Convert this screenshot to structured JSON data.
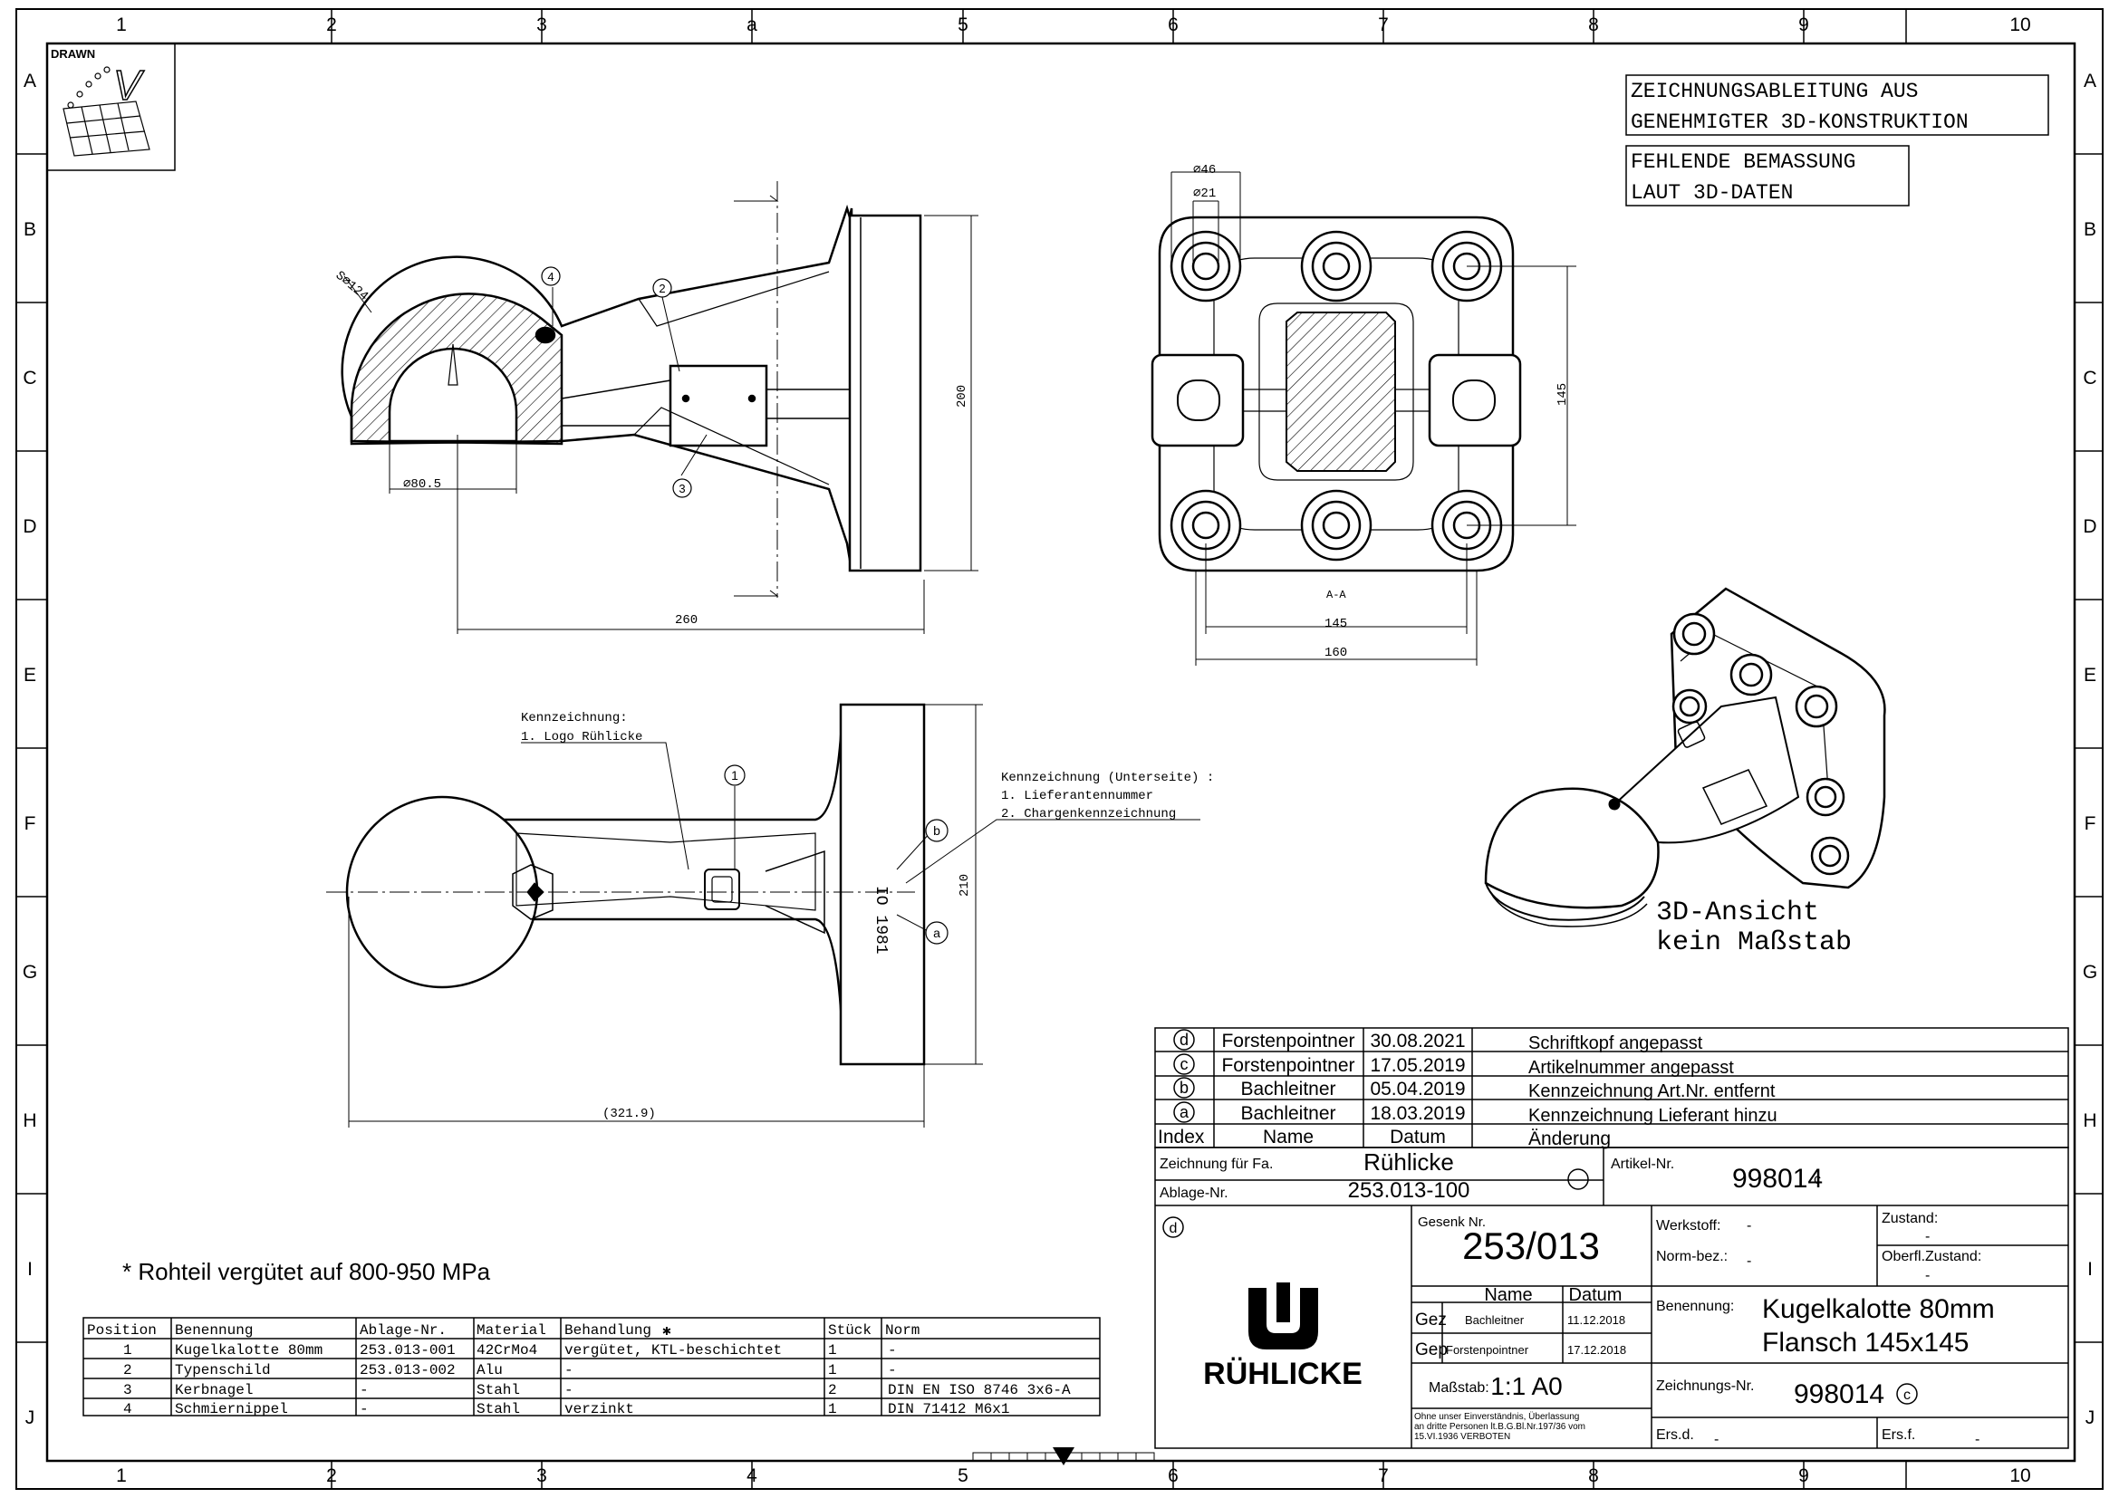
{
  "frame": {
    "cols_top": [
      "1",
      "2",
      "3",
      "a",
      "5",
      "6",
      "7",
      "8",
      "9",
      "10"
    ],
    "cols_bottom": [
      "1",
      "2",
      "3",
      "4",
      "5",
      "6",
      "7",
      "8",
      "9",
      "10"
    ],
    "rows": [
      "A",
      "B",
      "C",
      "D",
      "E",
      "F",
      "G",
      "H",
      "I",
      "J"
    ]
  },
  "logo_box": {
    "label": "DRAWN",
    "mark": "V"
  },
  "notes": {
    "derivation_1": "ZEICHNUNGSABLEITUNG AUS",
    "derivation_2": "GENEHMIGTER 3D-KONSTRUKTION",
    "missing_1": "FEHLENDE BEMASSUNG",
    "missing_2": "LAUT 3D-DATEN",
    "view3d_1": "3D-Ansicht",
    "view3d_2": "kein Maßstab",
    "heat_treat": "* Rohteil vergütet auf 800-950 MPa"
  },
  "dims": {
    "sphere": "S⌀124",
    "bore": "⌀80.5",
    "length_side": "260",
    "height_side": "200",
    "d46": "⌀46",
    "d21": "⌀21",
    "pitch_v": "145",
    "pitch_h": "145",
    "width": "160",
    "section": "A-A",
    "height_top": "210",
    "length_top": "(321.9)"
  },
  "callouts": {
    "c1": "1",
    "c2": "2",
    "c3": "3",
    "c4": "4",
    "rev_a": "a",
    "rev_b": "b",
    "marking_title": "Kennzeichnung:",
    "marking_1": "1. Logo Rühlicke",
    "under_title": "Kennzeichnung (Unterseite) :",
    "under_1": "1. Lieferantennummer",
    "under_2": "2. Chargenkennzeichnung",
    "flange_text": "IO 1981"
  },
  "bom": {
    "headers": [
      "Position",
      "Benennung",
      "Ablage-Nr.",
      "Material",
      "Behandlung",
      "Stück",
      "Norm"
    ],
    "star": "✱",
    "rows": [
      [
        "1",
        "Kugelkalotte 80mm",
        "253.013-001",
        "42CrMo4",
        "vergütet, KTL-beschichtet",
        "1",
        "-"
      ],
      [
        "2",
        "Typenschild",
        "253.013-002",
        "Alu",
        "-",
        "1",
        "-"
      ],
      [
        "3",
        "Kerbnagel",
        "-",
        "Stahl",
        "-",
        "2",
        "DIN EN ISO 8746 3x6-A"
      ],
      [
        "4",
        "Schmiernippel",
        "-",
        "Stahl",
        "verzinkt",
        "1",
        "DIN 71412 M6x1"
      ]
    ]
  },
  "revisions": {
    "rows": [
      [
        "d",
        "Forstenpointner",
        "30.08.2021",
        "Schriftkopf angepasst"
      ],
      [
        "c",
        "Forstenpointner",
        "17.05.2019",
        "Artikelnummer angepasst"
      ],
      [
        "b",
        "Bachleitner",
        "05.04.2019",
        "Kennzeichnung Art.Nr. entfernt"
      ],
      [
        "a",
        "Bachleitner",
        "18.03.2019",
        "Kennzeichnung Lieferant hinzu"
      ]
    ],
    "header": [
      "Index",
      "Name",
      "Datum",
      "Änderung"
    ]
  },
  "title_block": {
    "for_company_label": "Zeichnung für Fa.",
    "for_company": "Rühlicke",
    "filing_label": "Ablage-Nr.",
    "filing": "253.013-100",
    "article_label": "Artikel-Nr.",
    "article": "998014",
    "article_rev": "c",
    "block_rev": "d",
    "die_label": "Gesenk Nr.",
    "die": "253/013",
    "material_label": "Werkstoff:",
    "material": "-",
    "norm_label": "Norm-bez.:",
    "norm": "-",
    "state_label": "Zustand:",
    "state": "-",
    "surface_label": "Oberfl.Zustand:",
    "surface": "-",
    "name_hdr": "Name",
    "date_hdr": "Datum",
    "gez": "Gez",
    "gez_name": "Bachleitner",
    "gez_date": "11.12.2018",
    "gep": "Gep",
    "gep_name": "Forstenpointner",
    "gep_date": "17.12.2018",
    "scale_label": "Maßstab:",
    "scale": "1:1 A0",
    "desc_label": "Benennung:",
    "desc_1": "Kugelkalotte 80mm",
    "desc_2": "Flansch 145x145",
    "drawno_label": "Zeichnungs-Nr.",
    "drawno": "998014",
    "drawno_rev": "c",
    "repl_label": "Ers.d.",
    "repl": "-",
    "repl_by_label": "Ers.f.",
    "repl_by": "-",
    "brand": "RÜHLICKE",
    "legal_1": "Ohne unser Einverständnis, Überlassung",
    "legal_2": "an dritte Personen lt.B.G.Bl.Nr.197/36 vom",
    "legal_3": "15.VI.1936       VERBOTEN"
  }
}
